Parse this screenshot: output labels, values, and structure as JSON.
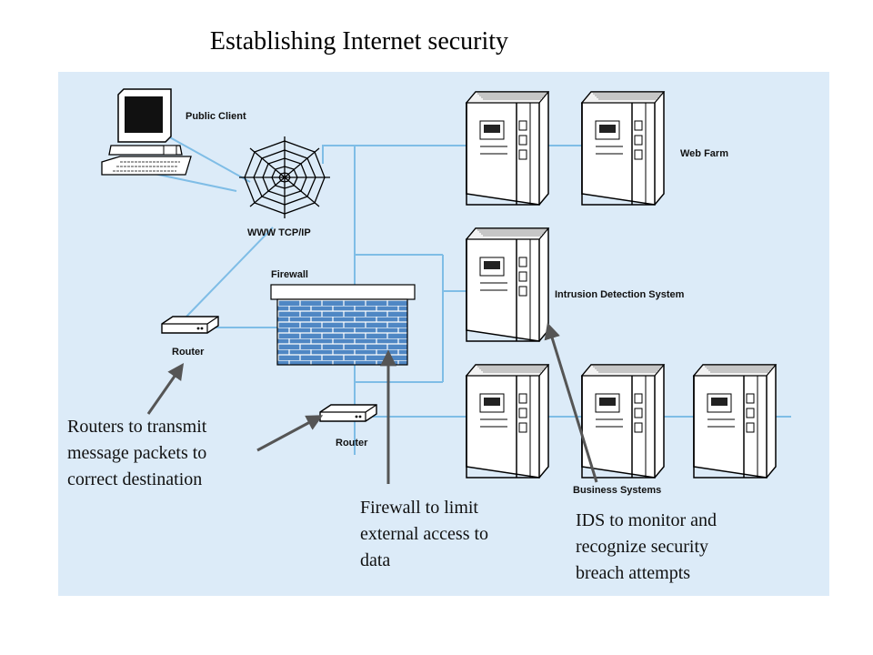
{
  "title": "Establishing Internet security",
  "labels": {
    "public_client": "Public Client",
    "www": "WWW TCP/IP",
    "firewall": "Firewall",
    "router_top": "Router",
    "router_bottom": "Router",
    "web_farm": "Web Farm",
    "ids": "Intrusion Detection System",
    "business": "Business Systems"
  },
  "notes": {
    "routers": [
      "Routers to transmit",
      "message packets to",
      "correct destination"
    ],
    "firewall": [
      "Firewall to limit",
      "external access to",
      "data"
    ],
    "ids": [
      "IDS to monitor and",
      "recognize security",
      "breach attempts"
    ]
  },
  "colors": {
    "panel": "#dcebf8",
    "link": "#7fbde6",
    "brick": "#4f87c4",
    "arrow": "#555555"
  }
}
